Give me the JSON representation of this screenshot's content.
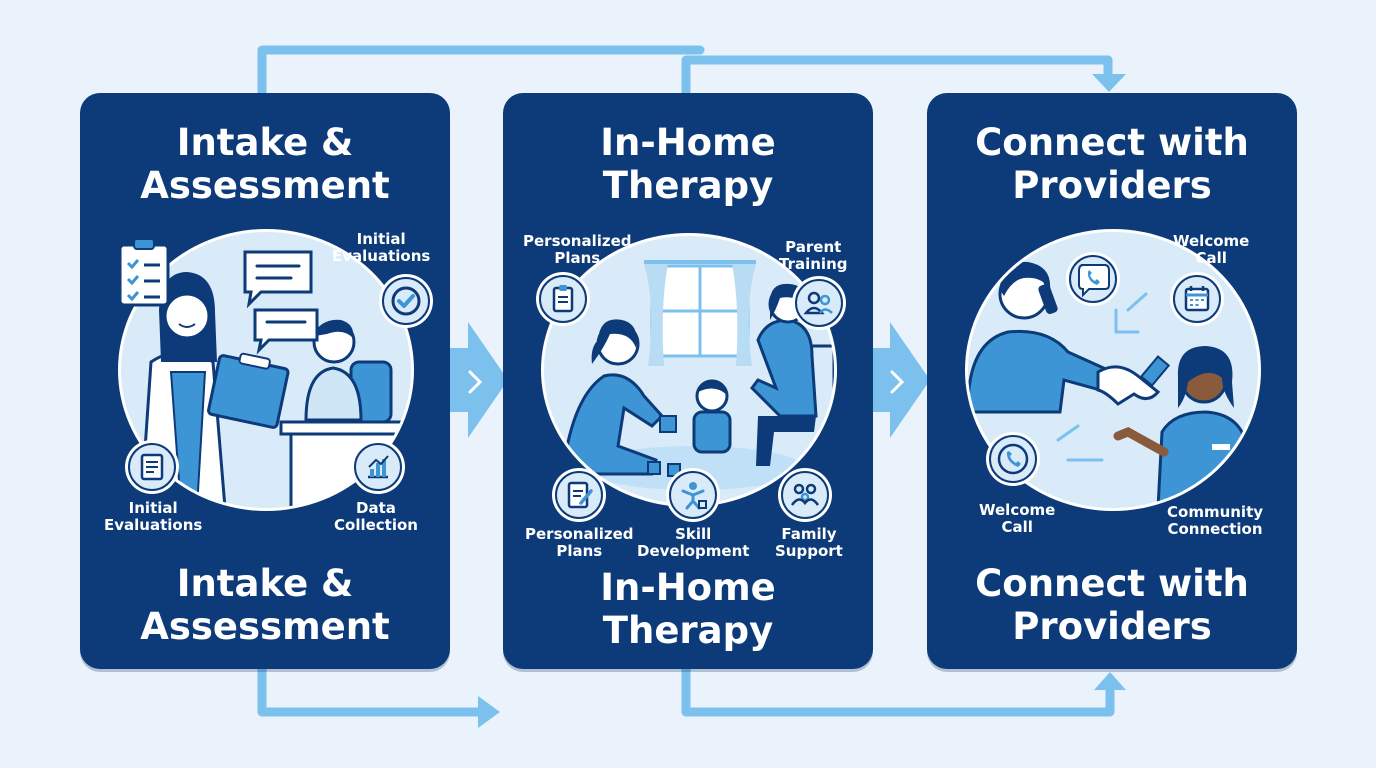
{
  "colors": {
    "background": "#eaf3fb",
    "card": "#0d3a78",
    "accent": "#7cc1ee",
    "circle": "#d9ebf8",
    "figure_blue": "#3d95d6",
    "text": "#ffffff"
  },
  "cards": [
    {
      "title_top": [
        "Intake &",
        "Assessment"
      ],
      "title_bottom": [
        "Intake &",
        "Assessment"
      ],
      "labels": {
        "top_right": [
          "Initial",
          "Evaluations"
        ],
        "bottom_left": [
          "Initial",
          "Evaluations"
        ],
        "bottom_right": [
          "Data",
          "Collection"
        ]
      },
      "icons": [
        "clipboard-checklist-icon",
        "speech-bubble-icon",
        "checkmark-icon",
        "checklist-icon",
        "bar-chart-icon"
      ]
    },
    {
      "title_top": [
        "In-Home",
        "Therapy"
      ],
      "title_bottom": [
        "In-Home",
        "Therapy"
      ],
      "labels": {
        "top_left": [
          "Personalized",
          "Plans"
        ],
        "top_right": [
          "Parent",
          "Training"
        ],
        "bottom_left": [
          "Personalized",
          "Plans"
        ],
        "bottom_center": [
          "Skill",
          "Development"
        ],
        "bottom_right": [
          "Family",
          "Support"
        ]
      },
      "icons": [
        "clipboard-icon",
        "parents-icon",
        "document-pen-icon",
        "child-skill-icon",
        "family-icon"
      ]
    },
    {
      "title_top": [
        "Connect with",
        "Providers"
      ],
      "title_bottom": [
        "Connect with",
        "Providers"
      ],
      "labels": {
        "top_right": [
          "Welcome",
          "Call"
        ],
        "bottom_left": [
          "Welcome",
          "Call"
        ],
        "bottom_right": [
          "Community",
          "Connection"
        ]
      },
      "icons": [
        "phone-bubble-icon",
        "calendar-icon",
        "phone-icon",
        "handshake-icon"
      ]
    }
  ]
}
